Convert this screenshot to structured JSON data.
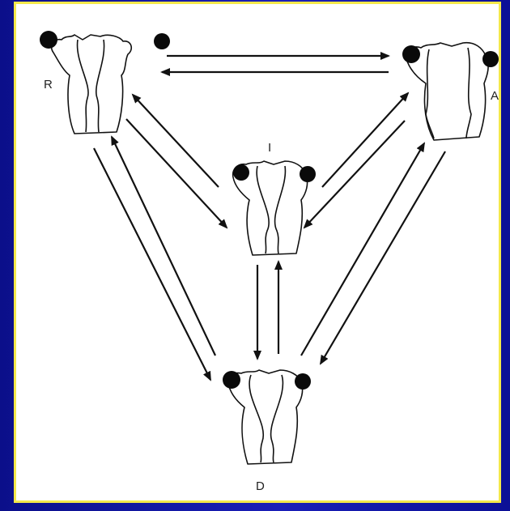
{
  "diagram": {
    "states": {
      "R": {
        "label": "R"
      },
      "A": {
        "label": "A"
      },
      "I": {
        "label": "I"
      },
      "D": {
        "label": "D"
      }
    },
    "colors": {
      "background": "#1218a8",
      "frame_border": "#f4e84a",
      "panel": "#ffffff",
      "ink": "#111111"
    },
    "transitions": [
      {
        "from": "R",
        "to": "A"
      },
      {
        "from": "A",
        "to": "R"
      },
      {
        "from": "R",
        "to": "I"
      },
      {
        "from": "I",
        "to": "R"
      },
      {
        "from": "A",
        "to": "I"
      },
      {
        "from": "I",
        "to": "A"
      },
      {
        "from": "R",
        "to": "D"
      },
      {
        "from": "D",
        "to": "R"
      },
      {
        "from": "A",
        "to": "D"
      },
      {
        "from": "D",
        "to": "A"
      },
      {
        "from": "I",
        "to": "D"
      },
      {
        "from": "D",
        "to": "I"
      }
    ]
  }
}
